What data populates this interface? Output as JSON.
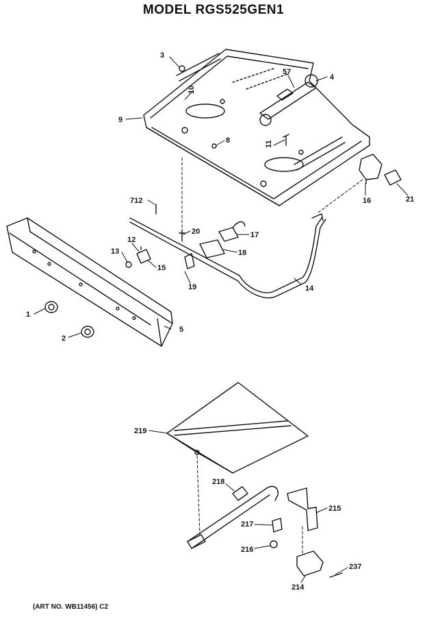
{
  "title": "MODEL RGS525GEN1",
  "art_number": "(ART NO. WB11456) C2",
  "callouts": {
    "c1": "1",
    "c2": "2",
    "c3": "3",
    "c4": "4",
    "c5": "5",
    "c8": "8",
    "c9": "9",
    "c10": "10",
    "c11": "11",
    "c12": "12",
    "c13": "13",
    "c14": "14",
    "c15": "15",
    "c16": "16",
    "c17": "17",
    "c18": "18",
    "c19": "19",
    "c20": "20",
    "c21": "21",
    "c57": "57",
    "c712": "712",
    "c214": "214",
    "c215": "215",
    "c216": "216",
    "c217": "217",
    "c218": "218",
    "c219": "219",
    "c237": "237"
  },
  "colors": {
    "ink": "#111111",
    "paper": "#ffffff"
  }
}
